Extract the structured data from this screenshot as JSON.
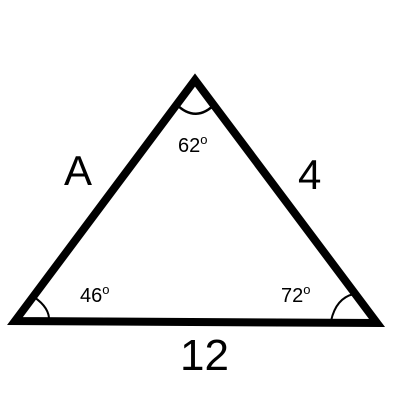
{
  "diagram": {
    "shape": "triangle",
    "sides": {
      "left": "A",
      "right": "4",
      "bottom": "12"
    },
    "angles": {
      "top": {
        "value": "62",
        "unit": "o"
      },
      "bottom_left": {
        "value": "46",
        "unit": "o"
      },
      "bottom_right": {
        "value": "72",
        "unit": "o"
      }
    },
    "colors": {
      "stroke": "#000000",
      "background": "#ffffff"
    }
  }
}
